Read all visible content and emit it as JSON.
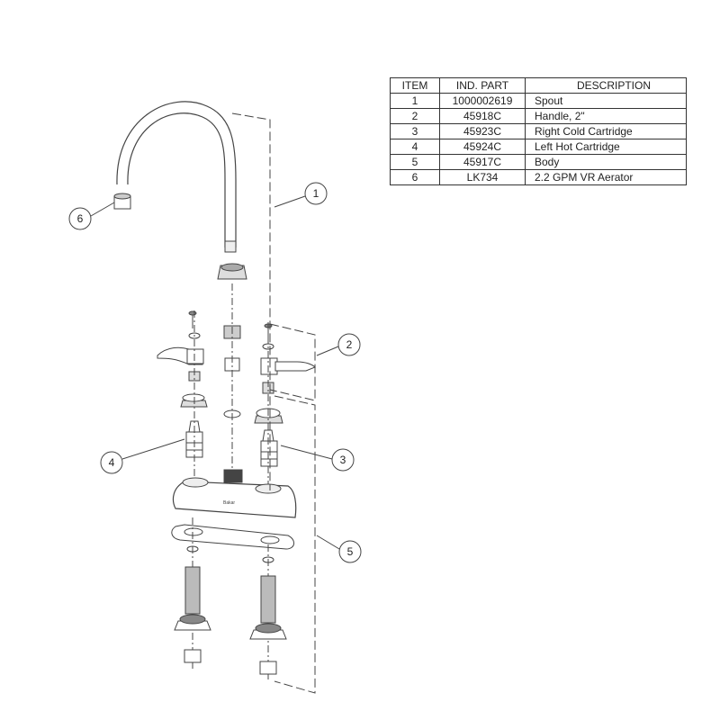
{
  "parts_table": {
    "headers": [
      "ITEM",
      "IND. PART",
      "DESCRIPTION"
    ],
    "rows": [
      {
        "item": "1",
        "part": "1000002619",
        "description": "Spout"
      },
      {
        "item": "2",
        "part": "45918C",
        "description": "Handle, 2\""
      },
      {
        "item": "3",
        "part": "45923C",
        "description": "Right Cold Cartridge"
      },
      {
        "item": "4",
        "part": "45924C",
        "description": "Left Hot Cartridge"
      },
      {
        "item": "5",
        "part": "45917C",
        "description": "Body"
      },
      {
        "item": "6",
        "part": "LK734",
        "description": "2.2 GPM VR Aerator"
      }
    ]
  },
  "callouts": [
    "1",
    "2",
    "3",
    "4",
    "5",
    "6"
  ]
}
